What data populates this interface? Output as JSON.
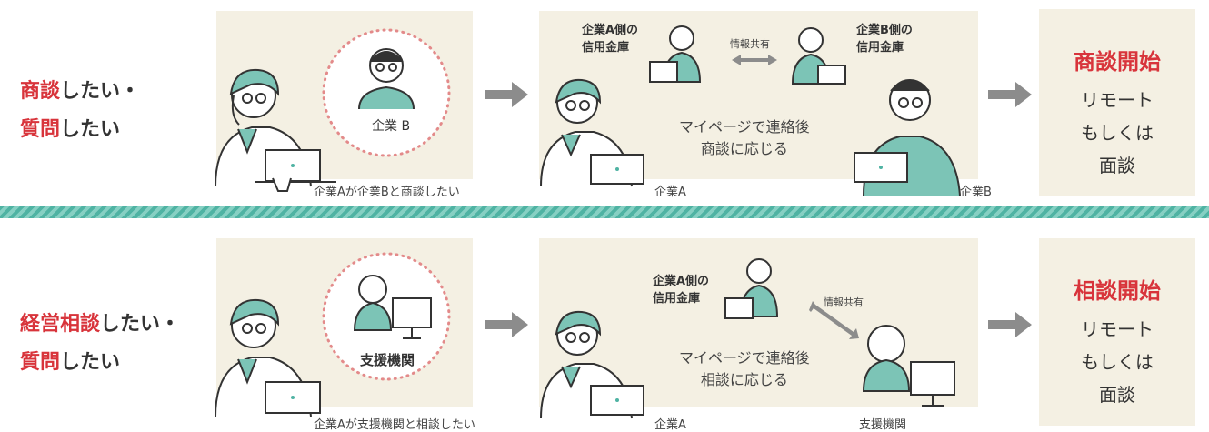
{
  "row1": {
    "lead": {
      "hl1": "商談",
      "rest1": "したい・",
      "hl2": "質問",
      "rest2": "したい"
    },
    "panel1": {
      "circle_label": "企業 B",
      "caption": "企業Aが企業Bと商談したい"
    },
    "panel2": {
      "bank_a": [
        "企業A側の",
        "信用金庫"
      ],
      "bank_b": [
        "企業B側の",
        "信用金庫"
      ],
      "share": "情報共有",
      "center": [
        "マイページで連絡後",
        "商談に応じる"
      ],
      "company_a": "企業A",
      "company_b": "企業B"
    },
    "result": {
      "title": "商談開始",
      "lines": [
        "リモート",
        "もしくは",
        "面談"
      ]
    }
  },
  "row2": {
    "lead": {
      "hl1": "経営相談",
      "rest1": "したい・",
      "hl2": "質問",
      "rest2": "したい"
    },
    "panel1": {
      "circle_label": "支援機関",
      "caption": "企業Aが支援機関と相談したい"
    },
    "panel2": {
      "bank_a": [
        "企業A側の",
        "信用金庫"
      ],
      "share": "情報共有",
      "center": [
        "マイページで連絡後",
        "相談に応じる"
      ],
      "company_a": "企業A",
      "support": "支援機関"
    },
    "result": {
      "title": "相談開始",
      "lines": [
        "リモート",
        "もしくは",
        "面談"
      ]
    }
  },
  "colors": {
    "accent_red": "#d8343b",
    "teal": "#4fb3a3",
    "panel_bg": "#f4f0e3",
    "arrow_gray": "#8c8c8c"
  },
  "icons": [
    "person-laptop-icon",
    "businessman-icon",
    "banker-icon",
    "exchange-arrow-icon",
    "flow-arrow-icon",
    "monitor-icon"
  ]
}
